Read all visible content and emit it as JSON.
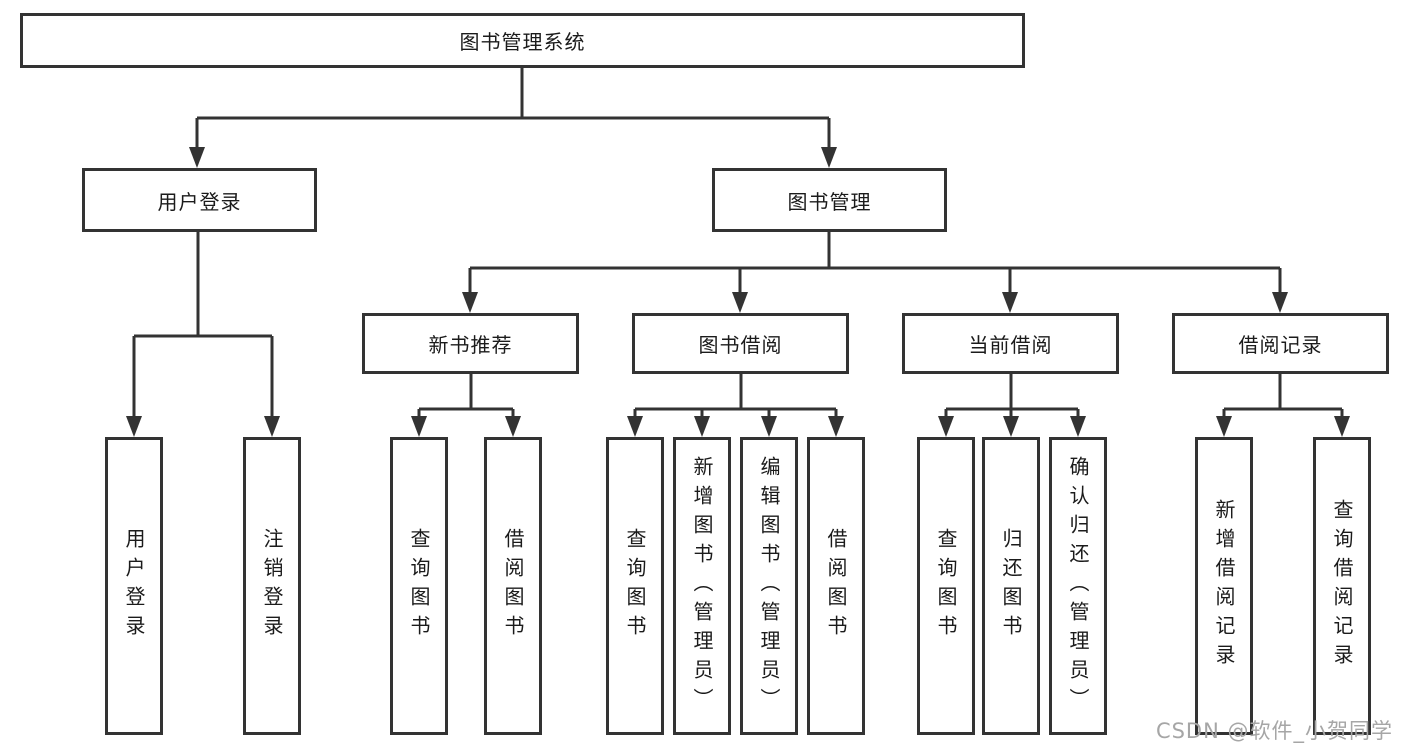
{
  "tree": {
    "label": "图书管理系统",
    "children": [
      {
        "label": "用户登录",
        "children": [
          {
            "label": "用户登录"
          },
          {
            "label": "注销登录"
          }
        ]
      },
      {
        "label": "图书管理",
        "children": [
          {
            "label": "新书推荐",
            "children": [
              {
                "label": "查询图书"
              },
              {
                "label": "借阅图书"
              }
            ]
          },
          {
            "label": "图书借阅",
            "children": [
              {
                "label": "查询图书"
              },
              {
                "label": "新增图书（管理员）"
              },
              {
                "label": "编辑图书（管理员）"
              },
              {
                "label": "借阅图书"
              }
            ]
          },
          {
            "label": "当前借阅",
            "children": [
              {
                "label": "查询图书"
              },
              {
                "label": "归还图书"
              },
              {
                "label": "确认归还（管理员）"
              }
            ]
          },
          {
            "label": "借阅记录",
            "children": [
              {
                "label": "新增借阅记录"
              },
              {
                "label": "查询借阅记录"
              }
            ]
          }
        ]
      }
    ]
  },
  "watermark": {
    "text": "CSDN @软件_小贺同学"
  },
  "colors": {
    "line": "#333333",
    "text": "#1b1b1b",
    "watermark": "#a6a6a6",
    "background": "#ffffff"
  }
}
